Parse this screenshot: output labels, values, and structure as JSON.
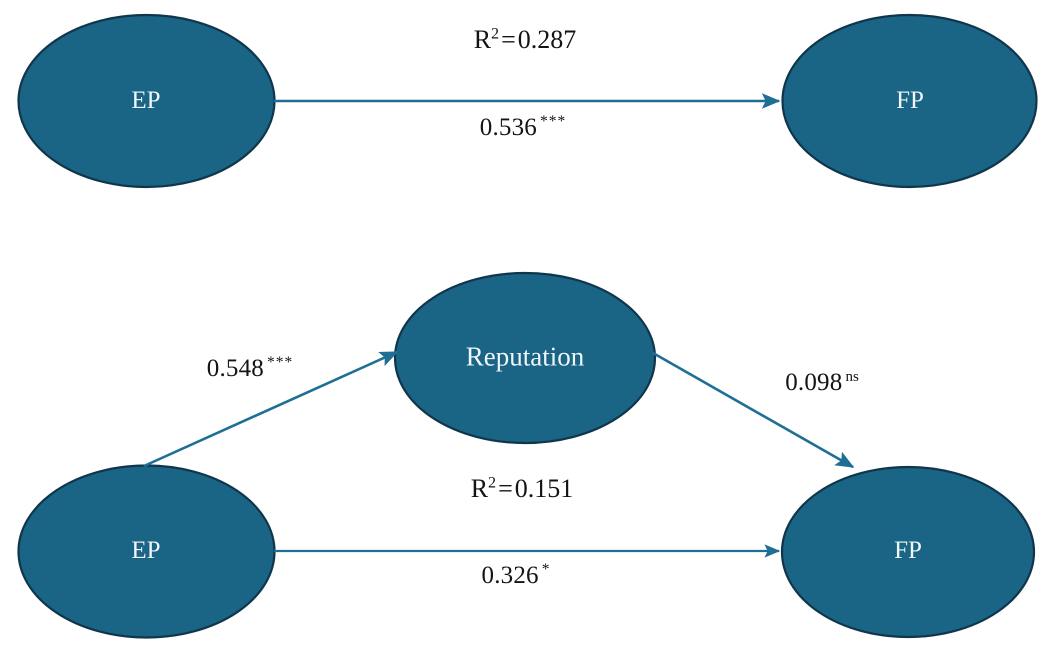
{
  "figure": {
    "type": "path-diagram",
    "description": "Structural equation model path diagrams: direct effect model and mediation model",
    "colors": {
      "node_fill": "#1a6485",
      "node_stroke": "#10364c",
      "node_text": "#eef7fb",
      "edge": "#1f6f94",
      "label_text": "#141414",
      "background": "#ffffff"
    }
  },
  "models": [
    {
      "id": "direct-model",
      "nodes": [
        {
          "id": "ep-top",
          "label": "EP"
        },
        {
          "id": "fp-top",
          "label": "FP"
        }
      ],
      "edges": [
        {
          "id": "ep-to-fp-top",
          "from": "EP",
          "to": "FP",
          "coefficient": "0.536",
          "significance": "***"
        }
      ],
      "statistics": {
        "r_squared_symbol": "R",
        "r_squared_exponent": "2",
        "equals": "=",
        "r_squared_value": "0.287",
        "r_squared_full": "R2 = 0.287"
      }
    },
    {
      "id": "mediation-model",
      "nodes": [
        {
          "id": "ep-bottom",
          "label": "EP"
        },
        {
          "id": "reputation",
          "label": "Reputation"
        },
        {
          "id": "fp-bottom",
          "label": "FP"
        }
      ],
      "edges": [
        {
          "id": "ep-to-reputation",
          "from": "EP",
          "to": "Reputation",
          "coefficient": "0.548",
          "significance": "***"
        },
        {
          "id": "reputation-to-fp",
          "from": "Reputation",
          "to": "FP",
          "coefficient": "0.098",
          "significance": "ns"
        },
        {
          "id": "ep-to-fp-bottom",
          "from": "EP",
          "to": "FP",
          "coefficient": "0.326",
          "significance": "*"
        }
      ],
      "statistics": {
        "r_squared_symbol": "R",
        "r_squared_exponent": "2",
        "equals": "=",
        "r_squared_value": "0.151",
        "r_squared_full": "R2 = 0.151"
      }
    }
  ]
}
